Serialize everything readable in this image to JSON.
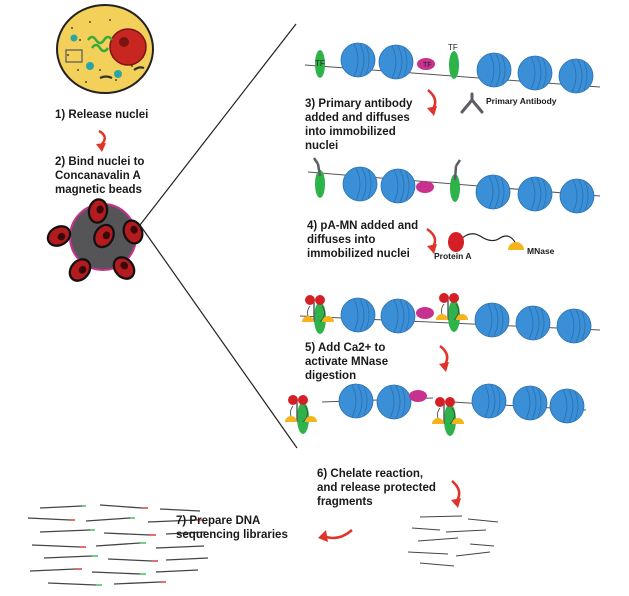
{
  "steps": {
    "step1": "1) Release nuclei",
    "step2_line1": "2) Bind nuclei to",
    "step2_line2": "Concanavalin A",
    "step2_line3": "magnetic beads",
    "step3_line1": "3) Primary antibody",
    "step3_line2": "added and diffuses",
    "step3_line3": "into immobilized",
    "step3_line4": "nuclei",
    "step4_line1": "4) pA-MN added and",
    "step4_line2": "diffuses into",
    "step4_line3": "immobilized nuclei",
    "step5_line1": "5) Add Ca2+ to",
    "step5_line2": "activate MNase",
    "step5_line3": "digestion",
    "step6_line1": "6) Chelate reaction,",
    "step6_line2": "and release protected",
    "step6_line3": "fragments",
    "step7_line1": "7) Prepare DNA",
    "step7_line2": "sequencing libraries"
  },
  "legend": {
    "primary_antibody": "Primary Antibody",
    "protein_a": "Protein A",
    "mnase": "MNase",
    "tf": "TF"
  },
  "colors": {
    "nucleosome": "#3a8fd6",
    "tf_green": "#2db34a",
    "tf_magenta": "#c8328f",
    "arrow_red": "#e0342a",
    "protein_a_red": "#d51f26",
    "mnase_yellow": "#f5b31c",
    "antibody_gray": "#5d5d66",
    "cell_yellow": "#f2d05a",
    "bead_gray": "#555558"
  }
}
